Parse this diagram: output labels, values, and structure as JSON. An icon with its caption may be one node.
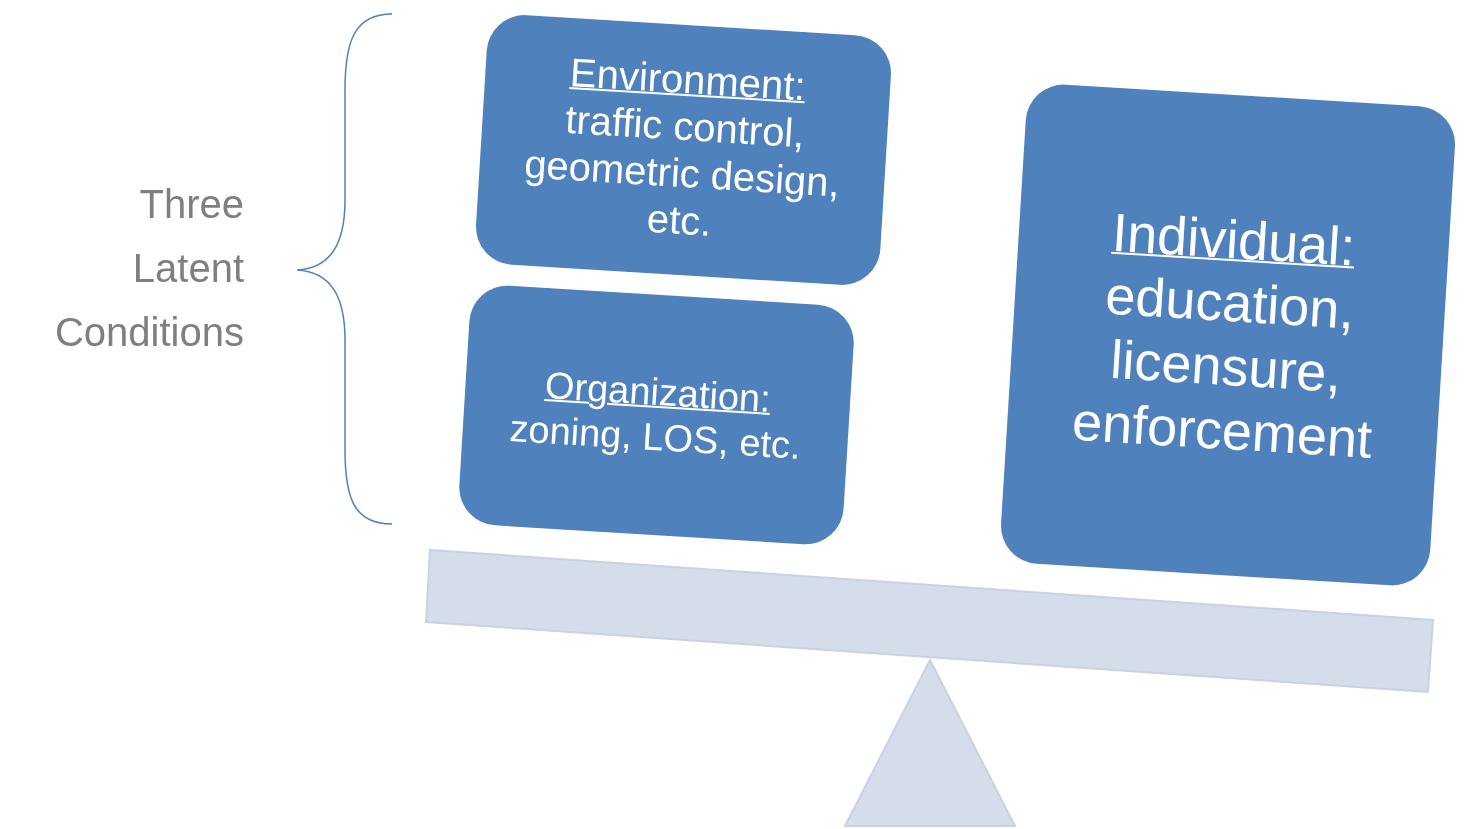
{
  "diagram": {
    "nodes": [
      {
        "text": [
          "Environment:",
          "traffic control, geometric design, etc."
        ]
      },
      {
        "text": [
          "Organization:",
          "zoning, LOS, etc."
        ]
      },
      {
        "text": [
          "Individual:",
          "education, licensure, enforcement"
        ]
      }
    ],
    "labels": [
      "Three Latent Conditions"
    ]
  }
}
